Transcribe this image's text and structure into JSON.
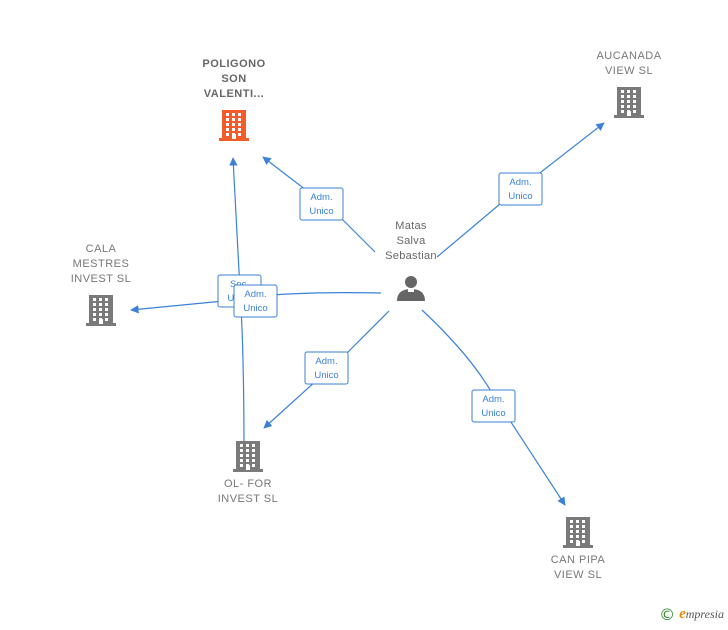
{
  "colors": {
    "edge": "#3b82d6",
    "company": "#7a7a7a",
    "company_main": "#f25c2a",
    "person": "#666666"
  },
  "nodes": [
    {
      "id": "center",
      "kind": "person",
      "icon": "person-icon",
      "lines": [
        "Matas",
        "Salva",
        "Sebastian"
      ]
    },
    {
      "id": "poligono",
      "kind": "company-main",
      "icon": "building-icon",
      "lines": [
        "POLIGONO",
        "SON",
        "VALENTI..."
      ]
    },
    {
      "id": "aucanada",
      "kind": "company",
      "icon": "building-icon",
      "lines": [
        "AUCANADA",
        "VIEW  SL"
      ]
    },
    {
      "id": "cala",
      "kind": "company",
      "icon": "building-icon",
      "lines": [
        "CALA",
        "MESTRES",
        "INVEST  SL"
      ]
    },
    {
      "id": "olfor",
      "kind": "company",
      "icon": "building-icon",
      "lines": [
        "OL- FOR",
        "INVEST  SL"
      ]
    },
    {
      "id": "canpipa",
      "kind": "company",
      "icon": "building-icon",
      "lines": [
        "CAN PIPA",
        "VIEW  SL"
      ]
    }
  ],
  "edges": [
    {
      "id": "e-poligono",
      "lines": [
        "Adm.",
        "Unico"
      ]
    },
    {
      "id": "e-aucanada",
      "lines": [
        "Adm.",
        "Unico"
      ]
    },
    {
      "id": "e-olfor-poligono",
      "lines": [
        "Soc.",
        "Unico"
      ]
    },
    {
      "id": "e-cala",
      "lines": [
        "Adm.",
        "Unico"
      ]
    },
    {
      "id": "e-olfor",
      "lines": [
        "Adm.",
        "Unico"
      ]
    },
    {
      "id": "e-canpipa",
      "lines": [
        "Adm.",
        "Unico"
      ]
    }
  ],
  "footer": {
    "copyright_symbol": "©",
    "brand_initial": "e",
    "brand_rest": "mpresia"
  }
}
